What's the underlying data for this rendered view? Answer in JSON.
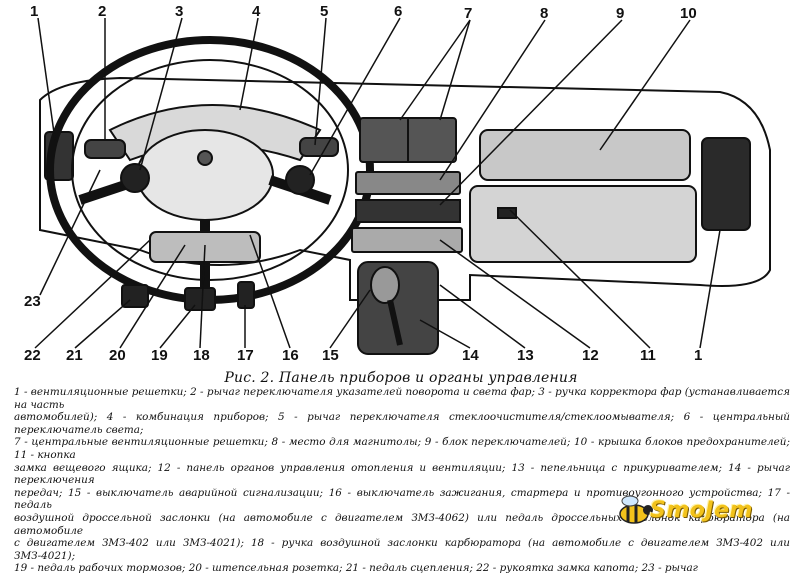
{
  "figure": {
    "callouts": [
      "1",
      "2",
      "3",
      "4",
      "5",
      "6",
      "7",
      "8",
      "9",
      "10",
      "23",
      "22",
      "21",
      "20",
      "19",
      "18",
      "17",
      "16",
      "15",
      "14",
      "13",
      "12",
      "11",
      "1"
    ]
  },
  "caption": "Рис. 2. Панель приборов и органы управления",
  "legend": [
    "1 - вентиляционные решетки; 2 - рычаг переключателя указателей поворота и света фар; 3 - ручка корректора фар (устанавливается на часть",
    "автомобилей); 4 - комбинация приборов; 5 - рычаг переключателя стеклоочистителя/стеклоомывателя; 6 - центральный переключатель света;",
    "7 - центральные вентиляционные решетки; 8 - место для магнитолы; 9 - блок переключателей; 10 - крышка блоков предохранителей; 11 - кнопка",
    "замка вещевого ящика; 12 - панель органов управления отопления и вентиляции; 13 - пепельница с прикуривателем; 14 - рычаг переключения",
    "передач; 15 - выключатель аварийной сигнализации; 16 - выключатель зажигания, стартера и противоугонного устройства; 17 - педаль",
    "воздушной дроссельной заслонки (на автомобиле с двигателем ЗМЗ-4062) или педаль дроссельных заслонок карбюратора (на автомобиле",
    "с двигателем ЗМЗ-402 или ЗМЗ-4021); 18 - ручка воздушной заслонки карбюратора (на автомобиле с двигателем ЗМЗ-402 или ЗМЗ-4021);",
    "19 - педаль рабочих тормозов; 20 - штепсельная розетка; 21 - педаль сцепления; 22 - рукоятка замка капота; 23 - рычаг"
  ],
  "watermark": {
    "text": "SmoJem",
    "color": "#f2c21b"
  }
}
